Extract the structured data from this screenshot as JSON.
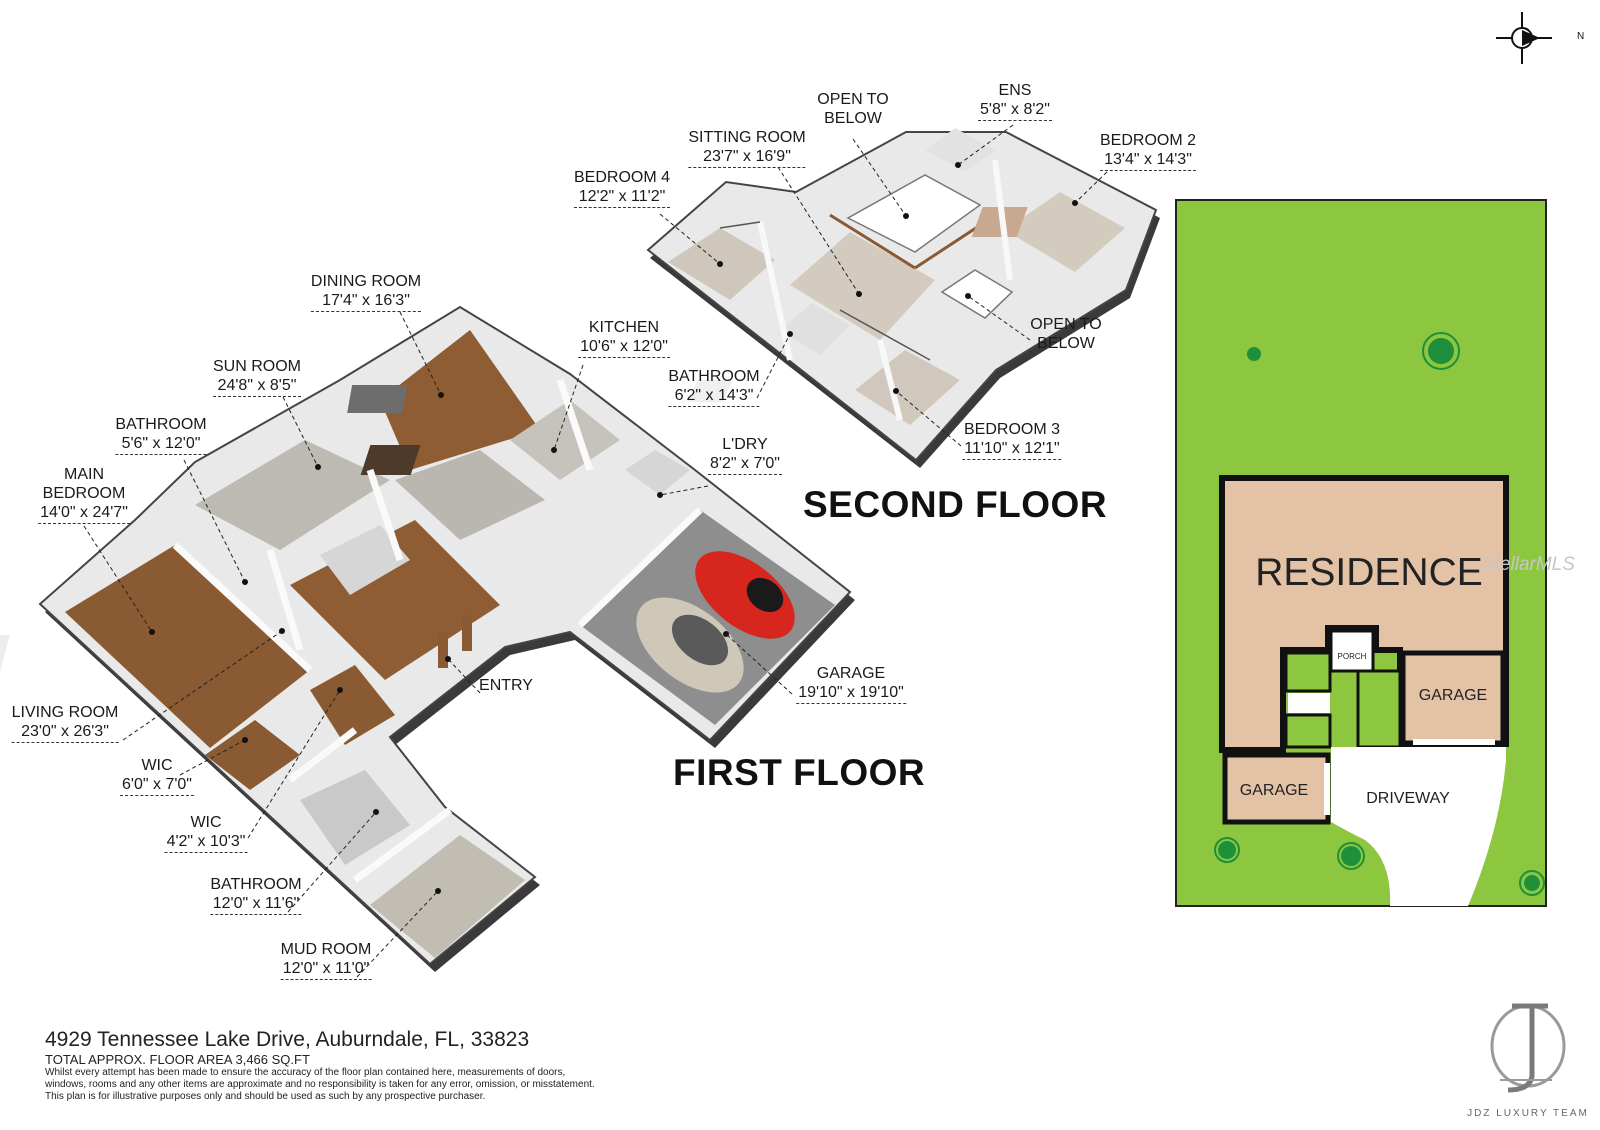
{
  "first_floor": {
    "title": "FIRST FLOOR",
    "rooms": [
      {
        "name": "MAIN\nBEDROOM",
        "dims": "14'0\" x 24'7\""
      },
      {
        "name": "BATHROOM",
        "dims": "5'6\" x 12'0\""
      },
      {
        "name": "SUN ROOM",
        "dims": "24'8\" x 8'5\""
      },
      {
        "name": "DINING ROOM",
        "dims": "17'4\" x 16'3\""
      },
      {
        "name": "KITCHEN",
        "dims": "10'6\" x 12'0\""
      },
      {
        "name": "L'DRY",
        "dims": "8'2\" x 7'0\""
      },
      {
        "name": "ENTRY",
        "dims": ""
      },
      {
        "name": "GARAGE",
        "dims": "19'10\" x 19'10\""
      },
      {
        "name": "LIVING ROOM",
        "dims": "23'0\" x 26'3\""
      },
      {
        "name": "WIC",
        "dims": "6'0\" x 7'0\""
      },
      {
        "name": "WIC",
        "dims": "4'2\" x 10'3\""
      },
      {
        "name": "BATHROOM",
        "dims": "12'0\" x 11'6\""
      },
      {
        "name": "MUD ROOM",
        "dims": "12'0\" x 11'0\""
      }
    ]
  },
  "second_floor": {
    "title": "SECOND FLOOR",
    "rooms": [
      {
        "name": "BEDROOM 4",
        "dims": "12'2\" x 11'2\""
      },
      {
        "name": "SITTING ROOM",
        "dims": "23'7\" x 16'9\""
      },
      {
        "name": "OPEN TO\nBELOW",
        "dims": ""
      },
      {
        "name": "ENS",
        "dims": "5'8\" x 8'2\""
      },
      {
        "name": "BEDROOM 2",
        "dims": "13'4\" x 14'3\""
      },
      {
        "name": "OPEN TO\nBELOW",
        "dims": ""
      },
      {
        "name": "BATHROOM",
        "dims": "6'2\" x 14'3\""
      },
      {
        "name": "BEDROOM 3",
        "dims": "11'10\" x 12'1\""
      }
    ]
  },
  "site_plan": {
    "residence": "RESIDENCE",
    "porch": "PORCH",
    "garage_right": "GARAGE",
    "garage_left": "GARAGE",
    "driveway": "DRIVEWAY"
  },
  "compass": {
    "north": "N"
  },
  "watermark": "StellarMLS",
  "footer": {
    "address": "4929 Tennessee Lake Drive, Auburndale, FL, 33823",
    "area": "TOTAL APPROX. FLOOR AREA 3,466 SQ.FT",
    "disclaimer_1": "Whilst every attempt has been made to ensure the accuracy of the floor plan contained here, measurements of doors,",
    "disclaimer_2": "windows, rooms and any other items are approximate and no responsibility is taken for any error, omission, or misstatement.",
    "disclaimer_3": "This plan is for illustrative purposes only and should be used as such by any prospective purchaser."
  },
  "logo": {
    "brand": "JDZ LUXURY TEAM"
  },
  "colors": {
    "wood_floor": "#8a5a32",
    "gray_floor": "#b9b7b2",
    "wall": "#f3f3f3",
    "wall_dark": "#2a2a2a",
    "lawn": "#8dc63f",
    "residence": "#e3c2a6",
    "site_outline": "#111111"
  }
}
